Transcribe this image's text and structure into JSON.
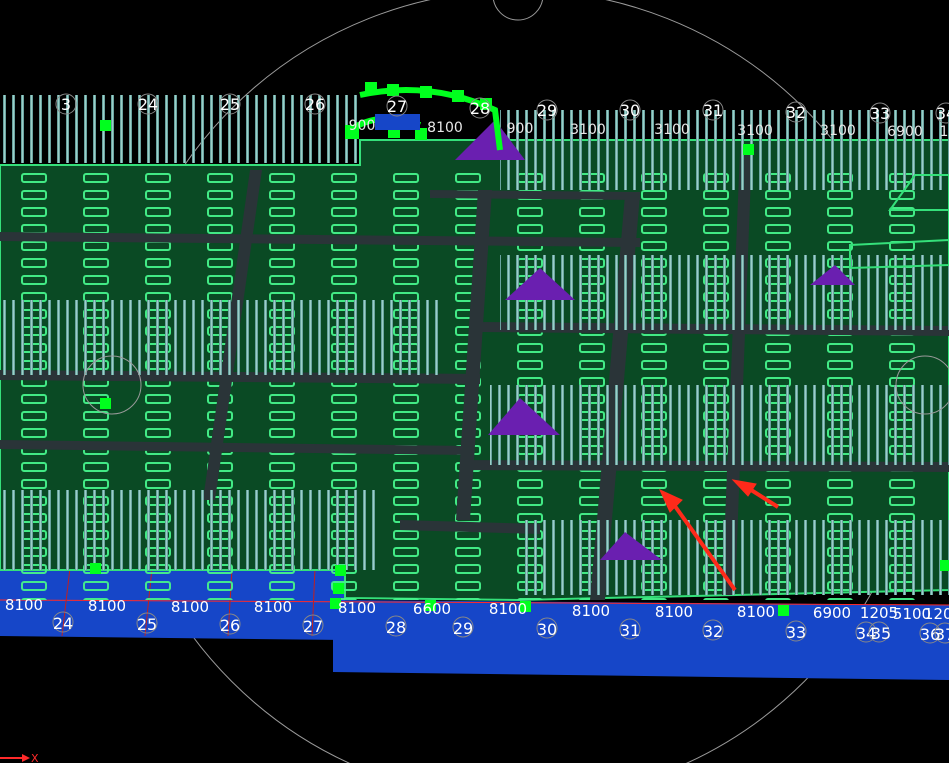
{
  "colors": {
    "background": "#000000",
    "slab": "#0a4a24",
    "slab_edge": "#35e07a",
    "beam": "#2a3438",
    "rebar": "#6aa3a0",
    "foundation": "#1646c8",
    "grip": "#00ff1e",
    "purple": "#6a1fb0",
    "arrow": "#ff2a1a"
  },
  "bottom_axes": [
    "24",
    "25",
    "26",
    "27",
    "28",
    "29",
    "30",
    "31",
    "32",
    "33",
    "34",
    "35",
    "36",
    "37"
  ],
  "top_axes": [
    "3",
    "24",
    "25",
    "26",
    "27",
    "28",
    "29",
    "30",
    "31",
    "32",
    "33",
    "34"
  ],
  "bottom_dims": [
    "8100",
    "8100",
    "8100",
    "8100",
    "8100",
    "6600",
    "8100",
    "8100",
    "8100",
    "8100",
    "6900",
    "1205",
    "5100",
    "1205"
  ],
  "top_dims": [
    "900",
    "8100",
    "900",
    "3100",
    "3100",
    "3100",
    "3100",
    "6900",
    "1"
  ],
  "axis_indicator": {
    "x_label": "X",
    "icon": "ucs-axis-icon"
  }
}
